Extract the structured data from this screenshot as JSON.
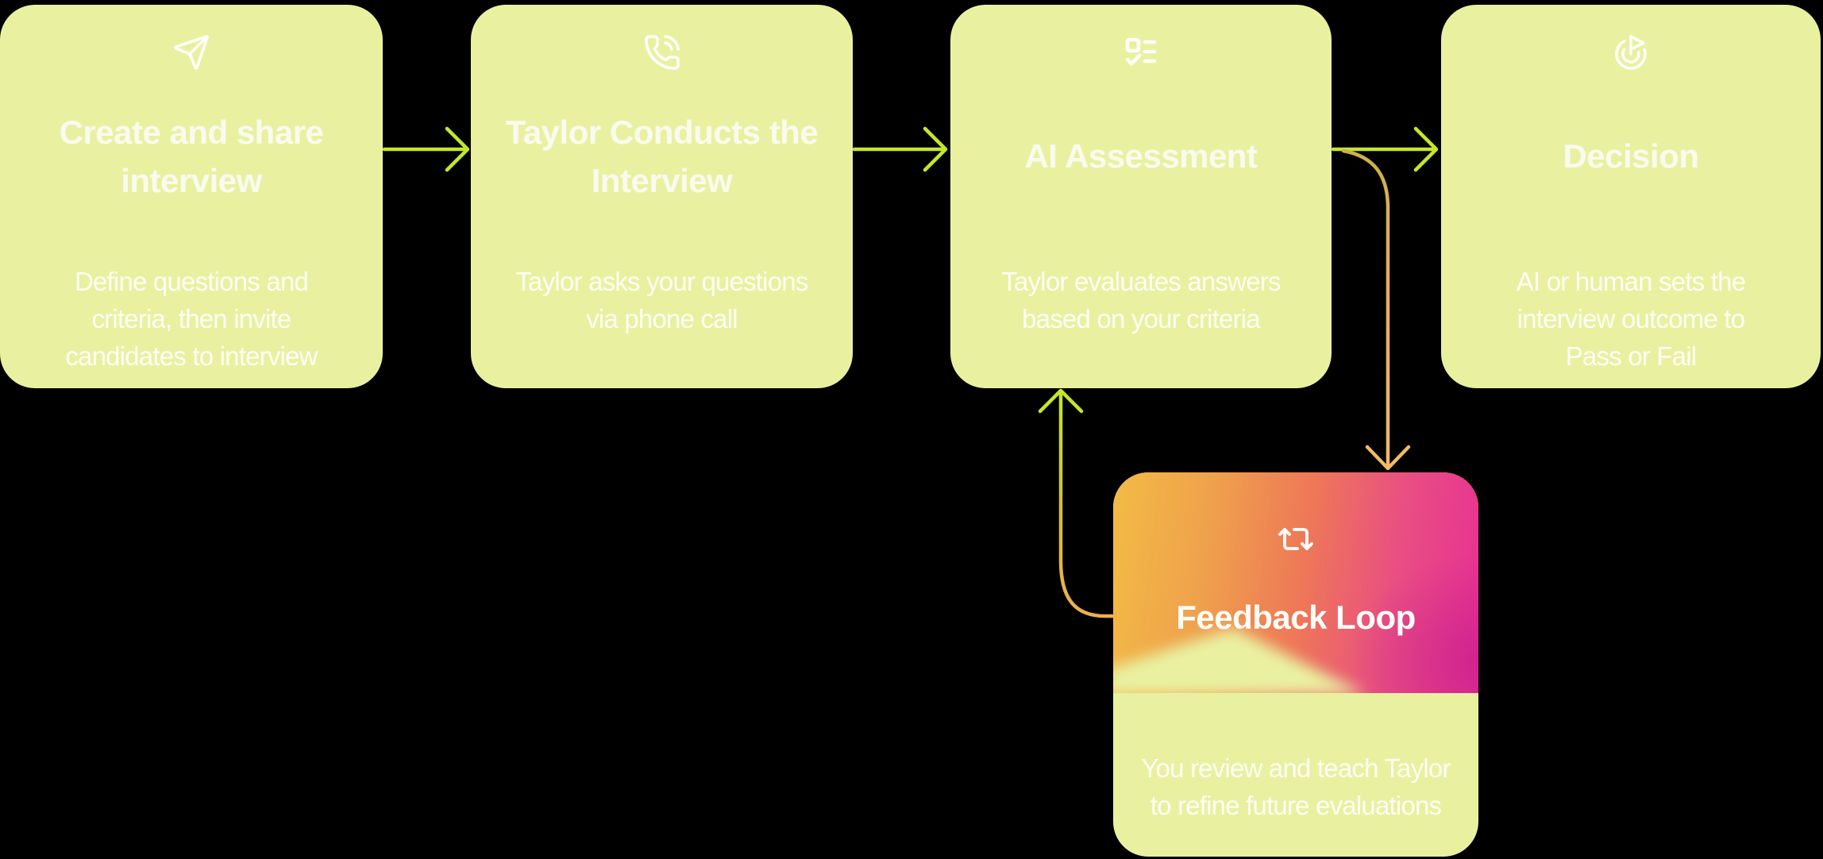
{
  "canvas": {
    "background": "#000000"
  },
  "palette": {
    "card_fill": "#e9f1a1",
    "arrow_lime": "#c3e72b",
    "arrow_orange": "#f0ad52",
    "title_text": "#f9fbef",
    "body_text": "#f6f8e2",
    "feedback_gradient": [
      "#f3bb45",
      "#ee7758",
      "#e72f94"
    ]
  },
  "cards": [
    {
      "id": "create-and-share-interview",
      "icon": "send-icon",
      "title": "Create and share\ninterview",
      "body": "Define questions and\ncriteria, then invite\ncandidates to interview"
    },
    {
      "id": "taylor-conducts-the-interview",
      "icon": "phone-call-icon",
      "title": "Taylor Conducts the\nInterview",
      "body": "Taylor asks your questions\nvia phone call"
    },
    {
      "id": "ai-assessment",
      "icon": "checklist-icon",
      "title": "AI Assessment",
      "body": "Taylor evaluates answers\nbased on your criteria"
    },
    {
      "id": "decision",
      "icon": "goal-icon",
      "title": "Decision",
      "body": "AI or human sets the\ninterview outcome to\nPass or Fail"
    },
    {
      "id": "feedback-loop",
      "icon": "repeat-icon",
      "title": "Feedback Loop",
      "body": "You review and teach Taylor\nto refine future evaluations"
    }
  ],
  "connectors": [
    {
      "from": "create-and-share-interview",
      "to": "taylor-conducts-the-interview",
      "style": "lime-arrow-right"
    },
    {
      "from": "taylor-conducts-the-interview",
      "to": "ai-assessment",
      "style": "lime-arrow-right"
    },
    {
      "from": "ai-assessment",
      "to": "decision",
      "style": "lime-arrow-right"
    },
    {
      "from": "ai-assessment",
      "to": "feedback-loop",
      "style": "orange-arrow-down"
    },
    {
      "from": "feedback-loop",
      "to": "ai-assessment",
      "style": "lime-orange-arrow-up"
    }
  ]
}
